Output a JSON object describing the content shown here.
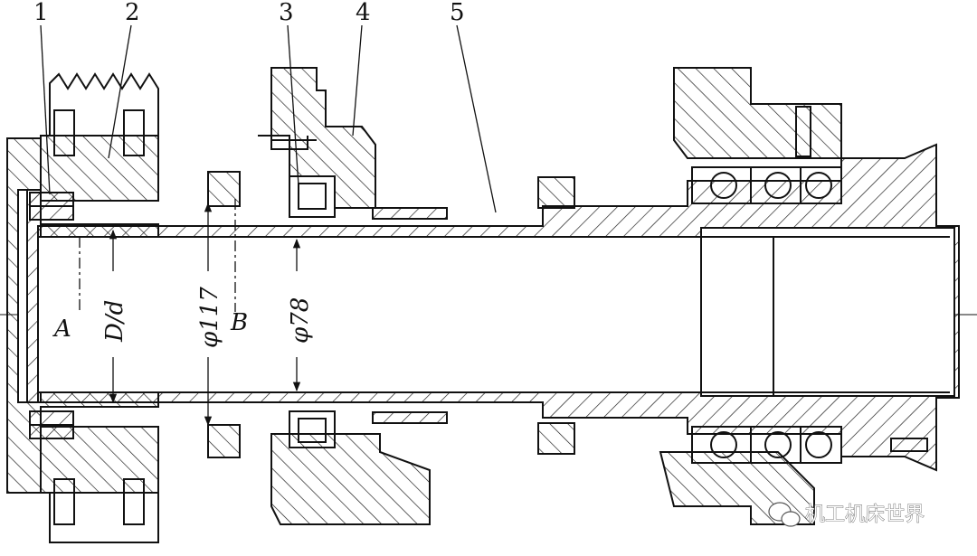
{
  "part_labels": [
    "1",
    "2",
    "3",
    "4",
    "5"
  ],
  "section_labels": {
    "a": "A",
    "b": "B"
  },
  "dimensions": {
    "bore_ratio": "D/d",
    "dia_117": "φ117",
    "dia_78": "φ78"
  },
  "watermark": {
    "text": "机工机床世界",
    "icon": "wechat-icon"
  },
  "colors": {
    "line": "#111111",
    "background": "#ffffff"
  }
}
